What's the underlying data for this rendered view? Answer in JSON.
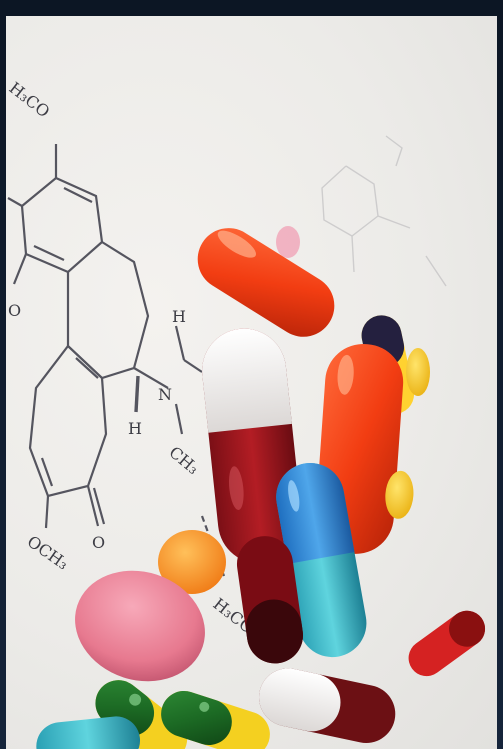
{
  "image": {
    "molecule_labels": {
      "methoxy_top": "H₃CO",
      "hydroxyl_oxygen": "O",
      "formyl_h": "H",
      "carbonyl_o": "O",
      "amide_n": "N",
      "amide_h": "H",
      "methyl": "CH₃",
      "methoxy_bottom": "OCH₃",
      "ketone_o": "O",
      "methoxy_pill": "H₃CO"
    },
    "colors": {
      "frame": "#101c2c",
      "background": "#eceae7",
      "ink": "#3d3d45"
    }
  }
}
